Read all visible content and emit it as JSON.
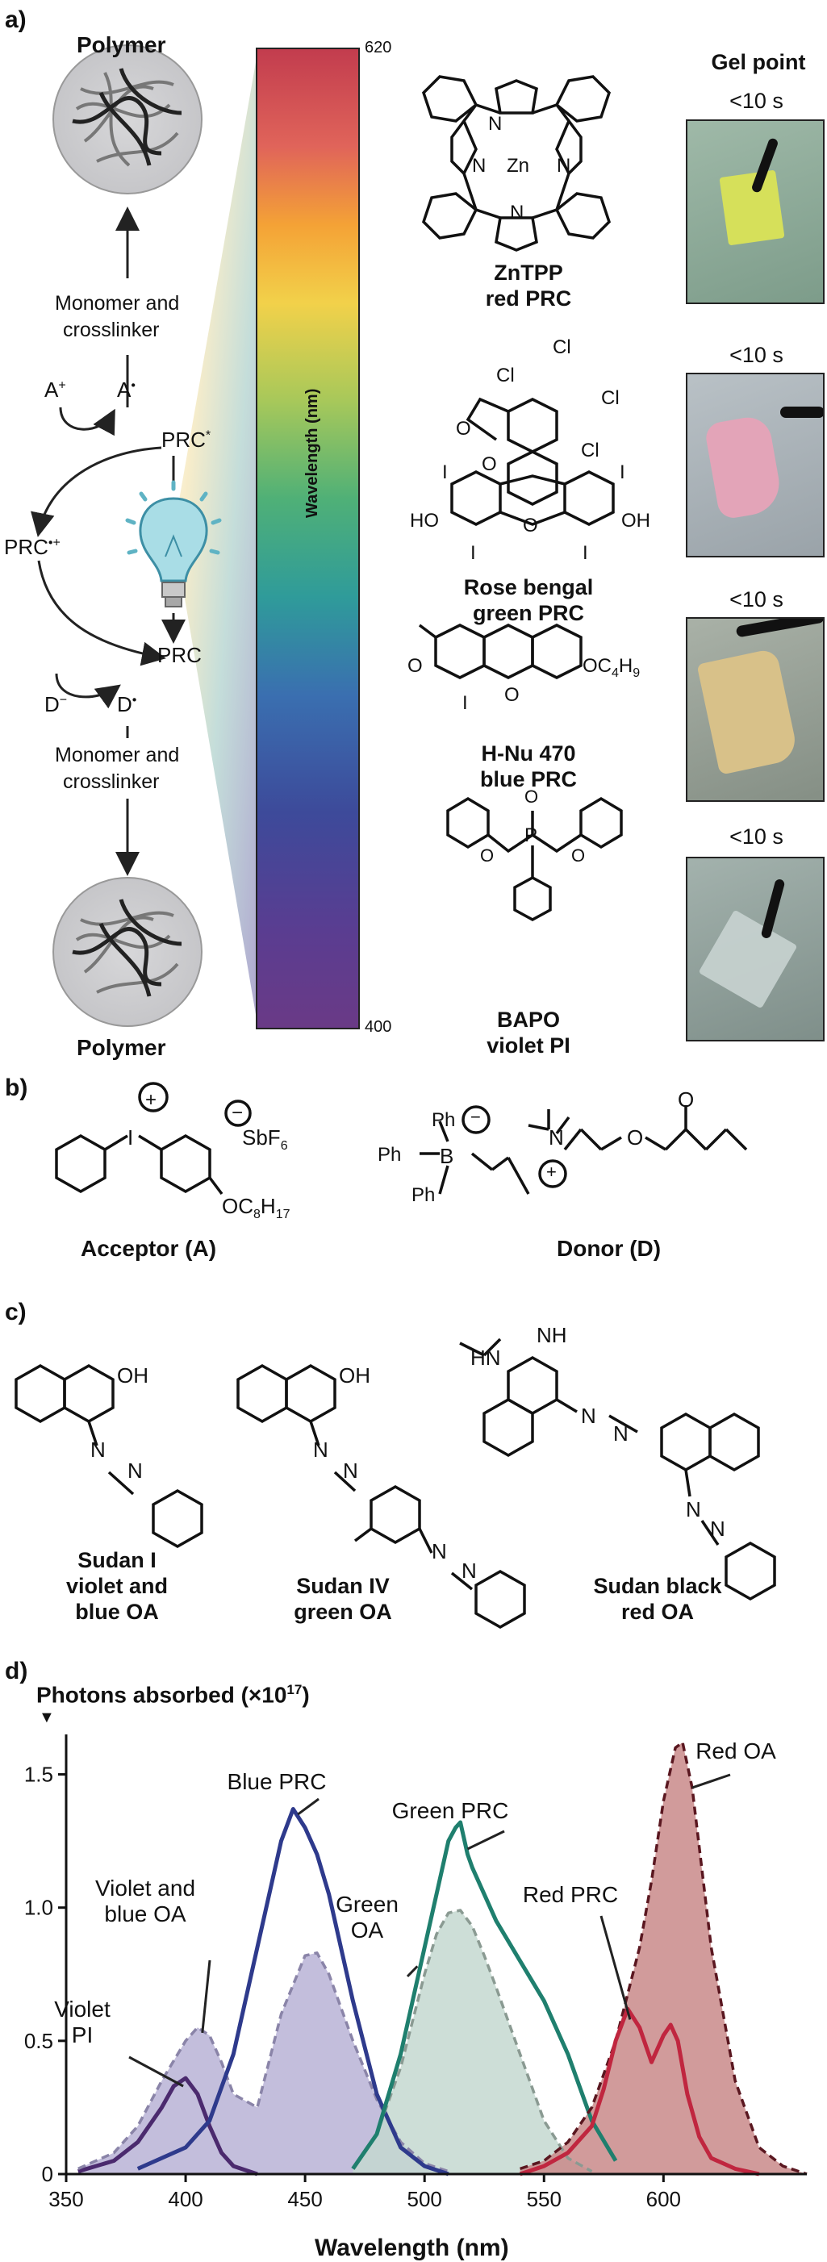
{
  "panel_a": {
    "label": "a)",
    "cycle": {
      "polymer_top": "Polymer",
      "polymer_bottom": "Polymer",
      "monomer_top_1": "Monomer and",
      "monomer_top_2": "crosslinker",
      "monomer_bottom_1": "Monomer and",
      "monomer_bottom_2": "crosslinker",
      "a_plus": "A",
      "a_plus_sup": "+",
      "a_rad": "A",
      "a_rad_sup": "•",
      "prc_star": "PRC",
      "prc_star_sup": "*",
      "prc_cation": "PRC",
      "prc_cation_sup": "•+",
      "prc": "PRC",
      "d_minus": "D",
      "d_minus_sup": "−",
      "d_rad": "D",
      "d_rad_sup": "•"
    },
    "spectrum": {
      "top_value": "620",
      "bottom_value": "400",
      "axis_label": "Wavelength (nm)"
    },
    "molecules": [
      {
        "name": "ZnTPP",
        "role": "red PRC"
      },
      {
        "name": "Rose bengal",
        "role": "green PRC"
      },
      {
        "name": "H-Nu 470",
        "role": "blue PRC"
      },
      {
        "name": "BAPO",
        "role": "violet PI"
      }
    ],
    "gel": {
      "header": "Gel point",
      "times": [
        "<10 s",
        "<10 s",
        "<10 s",
        "<10 s"
      ]
    },
    "atoms": {
      "zn": "Zn",
      "n": "N",
      "cl": "Cl",
      "i": "I",
      "o": "O",
      "ho": "HO",
      "oh": "OH",
      "p": "P",
      "oc4h9": "OC",
      "sub4": "4",
      "h9": "H",
      "sub9": "9"
    }
  },
  "panel_b": {
    "label": "b)",
    "acceptor": "Acceptor (A)",
    "donor": "Donor (D)",
    "sbf6": "SbF",
    "sbf6_sub": "6",
    "oc8h17": "OC",
    "oc8h17_sub1": "8",
    "oc8h17_h": "H",
    "oc8h17_sub2": "17",
    "ph": "Ph",
    "b": "B",
    "n": "N",
    "o": "O",
    "i": "I",
    "plus": "+",
    "minus": "−"
  },
  "panel_c": {
    "label": "c)",
    "dyes": [
      {
        "name": "Sudan I",
        "line2": "violet and",
        "line3": "blue OA"
      },
      {
        "name": "Sudan IV",
        "line2": "green OA"
      },
      {
        "name": "Sudan black",
        "line2": "red OA"
      }
    ],
    "atoms": {
      "oh": "OH",
      "n": "N",
      "hn": "HN",
      "nh": "NH"
    }
  },
  "panel_d": {
    "label": "d)"
  },
  "chart_data": {
    "type": "area",
    "ylabel": "Photons absorbed (×10",
    "ylabel_sup": "17",
    "ylabel_end": ")",
    "xlabel": "Wavelength (nm)",
    "xlim": [
      350,
      660
    ],
    "ylim": [
      0,
      1.65
    ],
    "xticks": [
      350,
      400,
      450,
      500,
      550,
      600
    ],
    "yticks": [
      0,
      0.5,
      1.0,
      1.5
    ],
    "ytick_labels": [
      "0",
      "0.5",
      "1.0",
      "1.5"
    ],
    "grid": false,
    "colors": {
      "violet": "#4b2a6e",
      "blue": "#2e3a8c",
      "blue_oa_fill": "#b9b3d6",
      "green": "#1f7f6e",
      "green_oa_fill": "#c4d8d0",
      "red": "#c0263f",
      "red_oa_fill": "#c98a8a",
      "red_oa_line": "#5a1720"
    },
    "series": [
      {
        "name": "Violet PI",
        "style": "line",
        "x": [
          355,
          370,
          380,
          390,
          395,
          400,
          405,
          410,
          415,
          420,
          430
        ],
        "y": [
          0.01,
          0.05,
          0.12,
          0.25,
          0.33,
          0.36,
          0.3,
          0.18,
          0.08,
          0.03,
          0.0
        ]
      },
      {
        "name": "Violet and blue OA",
        "style": "dashed-fill",
        "x": [
          355,
          370,
          380,
          390,
          400,
          405,
          410,
          415,
          420,
          430,
          440,
          450,
          455,
          460,
          470,
          480,
          490,
          500,
          510
        ],
        "y": [
          0.02,
          0.08,
          0.18,
          0.35,
          0.5,
          0.55,
          0.52,
          0.42,
          0.3,
          0.25,
          0.6,
          0.82,
          0.83,
          0.75,
          0.5,
          0.28,
          0.12,
          0.04,
          0.01
        ]
      },
      {
        "name": "Blue PRC",
        "style": "line",
        "x": [
          380,
          400,
          410,
          420,
          430,
          440,
          445,
          450,
          455,
          460,
          470,
          480,
          490,
          500,
          510
        ],
        "y": [
          0.02,
          0.1,
          0.2,
          0.45,
          0.85,
          1.25,
          1.37,
          1.3,
          1.2,
          1.05,
          0.65,
          0.3,
          0.1,
          0.03,
          0.0
        ]
      },
      {
        "name": "Green OA",
        "style": "dashed-fill",
        "x": [
          470,
          480,
          490,
          500,
          505,
          510,
          515,
          520,
          525,
          530,
          540,
          550,
          560,
          570
        ],
        "y": [
          0.02,
          0.15,
          0.4,
          0.75,
          0.9,
          0.98,
          0.99,
          0.93,
          0.82,
          0.7,
          0.45,
          0.2,
          0.06,
          0.01
        ]
      },
      {
        "name": "Green PRC",
        "style": "line",
        "x": [
          470,
          480,
          490,
          500,
          505,
          510,
          513,
          515,
          518,
          520,
          525,
          530,
          540,
          550,
          560,
          570,
          580
        ],
        "y": [
          0.02,
          0.15,
          0.45,
          0.85,
          1.05,
          1.25,
          1.3,
          1.32,
          1.2,
          1.15,
          1.05,
          0.95,
          0.8,
          0.65,
          0.45,
          0.2,
          0.05
        ]
      },
      {
        "name": "Red OA",
        "style": "dashed-fill",
        "x": [
          540,
          550,
          560,
          570,
          580,
          590,
          595,
          600,
          605,
          608,
          612,
          620,
          630,
          640,
          650,
          660
        ],
        "y": [
          0.02,
          0.05,
          0.12,
          0.25,
          0.5,
          0.85,
          1.1,
          1.4,
          1.6,
          1.62,
          1.45,
          0.85,
          0.35,
          0.1,
          0.03,
          0.0
        ]
      },
      {
        "name": "Red PRC",
        "style": "line",
        "x": [
          540,
          550,
          560,
          570,
          575,
          580,
          585,
          590,
          595,
          600,
          603,
          606,
          610,
          615,
          620,
          630,
          640
        ],
        "y": [
          0.0,
          0.03,
          0.08,
          0.18,
          0.32,
          0.5,
          0.62,
          0.55,
          0.42,
          0.52,
          0.56,
          0.5,
          0.3,
          0.14,
          0.06,
          0.02,
          0.0
        ]
      }
    ],
    "annotations": [
      "Violet PI",
      "Violet and blue OA",
      "Blue PRC",
      "Green OA",
      "Green PRC",
      "Red PRC",
      "Red OA"
    ]
  }
}
